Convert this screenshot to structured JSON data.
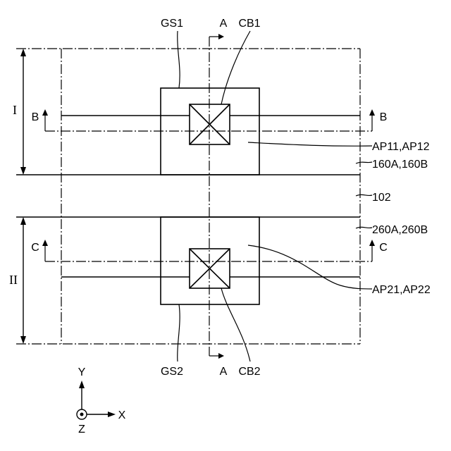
{
  "labels": {
    "gs1": "GS1",
    "gs2": "GS2",
    "a_top": "A",
    "a_bottom": "A",
    "cb1": "CB1",
    "cb2": "CB2",
    "b_left": "B",
    "b_right": "B",
    "c_left": "C",
    "c_right": "C",
    "region_1": "I",
    "region_2": "II",
    "ap11_ap12": "AP11,AP12",
    "n160": "160A,160B",
    "n102": "102",
    "n260": "260A,260B",
    "ap21_ap22": "AP21,AP22"
  },
  "axes": {
    "y": "Y",
    "x": "X",
    "z": "Z"
  }
}
